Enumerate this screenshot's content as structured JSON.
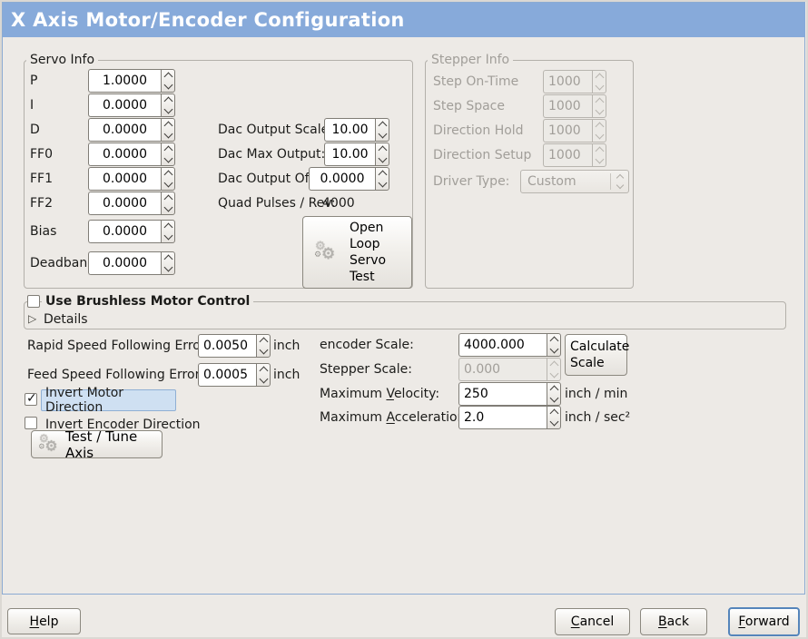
{
  "colors": {
    "titlebar_blue": "#87aada",
    "focus_blue": "#5585bb",
    "selection_highlight": "#cfe0f2",
    "window_bg": "#edeae6"
  },
  "icons": {
    "gear": "⚙",
    "check": "✓",
    "expander_arrow": "▷"
  },
  "titlebar": {
    "title": "X Axis Motor/Encoder Configuration"
  },
  "servo_info": {
    "frame_label": "Servo Info",
    "params": [
      {
        "label": "P",
        "value": "1.0000"
      },
      {
        "label": "I",
        "value": "0.0000"
      },
      {
        "label": "D",
        "value": "0.0000"
      },
      {
        "label": "FF0",
        "value": "0.0000"
      },
      {
        "label": "FF1",
        "value": "0.0000"
      },
      {
        "label": "FF2",
        "value": "0.0000"
      },
      {
        "label": "Bias",
        "value": "0.0000"
      },
      {
        "label": "Deadband",
        "value": "0.0000"
      }
    ]
  },
  "dac": {
    "output_scale_label": "Dac Output Scale:",
    "output_scale_value": "10.00",
    "max_output_label": "Dac Max Output:",
    "max_output_value": "10.00",
    "output_offset_label": "Dac Output Offset:",
    "output_offset_value": "0.0000",
    "quad_pulses_label": "Quad Pulses / Rev:",
    "quad_pulses_value": "4000",
    "open_loop_button_label": "Open Loop Servo Test"
  },
  "stepper_info": {
    "frame_label": "Stepper Info",
    "params": [
      {
        "label": "Step On-Time",
        "value": "1000"
      },
      {
        "label": "Step Space",
        "value": "1000"
      },
      {
        "label": "Direction Hold",
        "value": "1000"
      },
      {
        "label": "Direction Setup",
        "value": "1000"
      }
    ],
    "driver_type_label": "Driver Type:",
    "driver_type_value": "Custom"
  },
  "brushless": {
    "checkbox_label": "Use Brushless Motor Control",
    "details_label": "Details"
  },
  "following_error": {
    "rapid_label": "Rapid Speed Following Error:",
    "rapid_value": "0.0050",
    "rapid_unit": "inch",
    "feed_label": "Feed Speed Following Error:",
    "feed_value": "0.0005",
    "feed_unit": "inch"
  },
  "scales": {
    "encoder_label": "encoder Scale:",
    "encoder_value": "4000.000",
    "stepper_label": "Stepper Scale:",
    "stepper_value": "0.000",
    "calculate_button_label": "Calculate Scale",
    "velocity_label": {
      "pre": "Maximum ",
      "key": "V",
      "rest": "elocity:"
    },
    "velocity_value": "250",
    "velocity_unit": "inch / min",
    "accel_label": {
      "pre": "Maximum ",
      "key": "A",
      "rest": "cceleration:"
    },
    "accel_value": "2.0",
    "accel_unit": "inch / sec²"
  },
  "toggles": {
    "invert_motor_label": "Invert Motor Direction",
    "invert_encoder_label": "Invert Encoder Direction",
    "test_tune_button_label": "Test / Tune Axis"
  },
  "footer": {
    "help": {
      "key": "H",
      "rest": "elp"
    },
    "cancel": {
      "key": "C",
      "rest": "ancel"
    },
    "back": {
      "key": "B",
      "rest": "ack"
    },
    "forward": {
      "key": "F",
      "rest": "orward"
    }
  }
}
